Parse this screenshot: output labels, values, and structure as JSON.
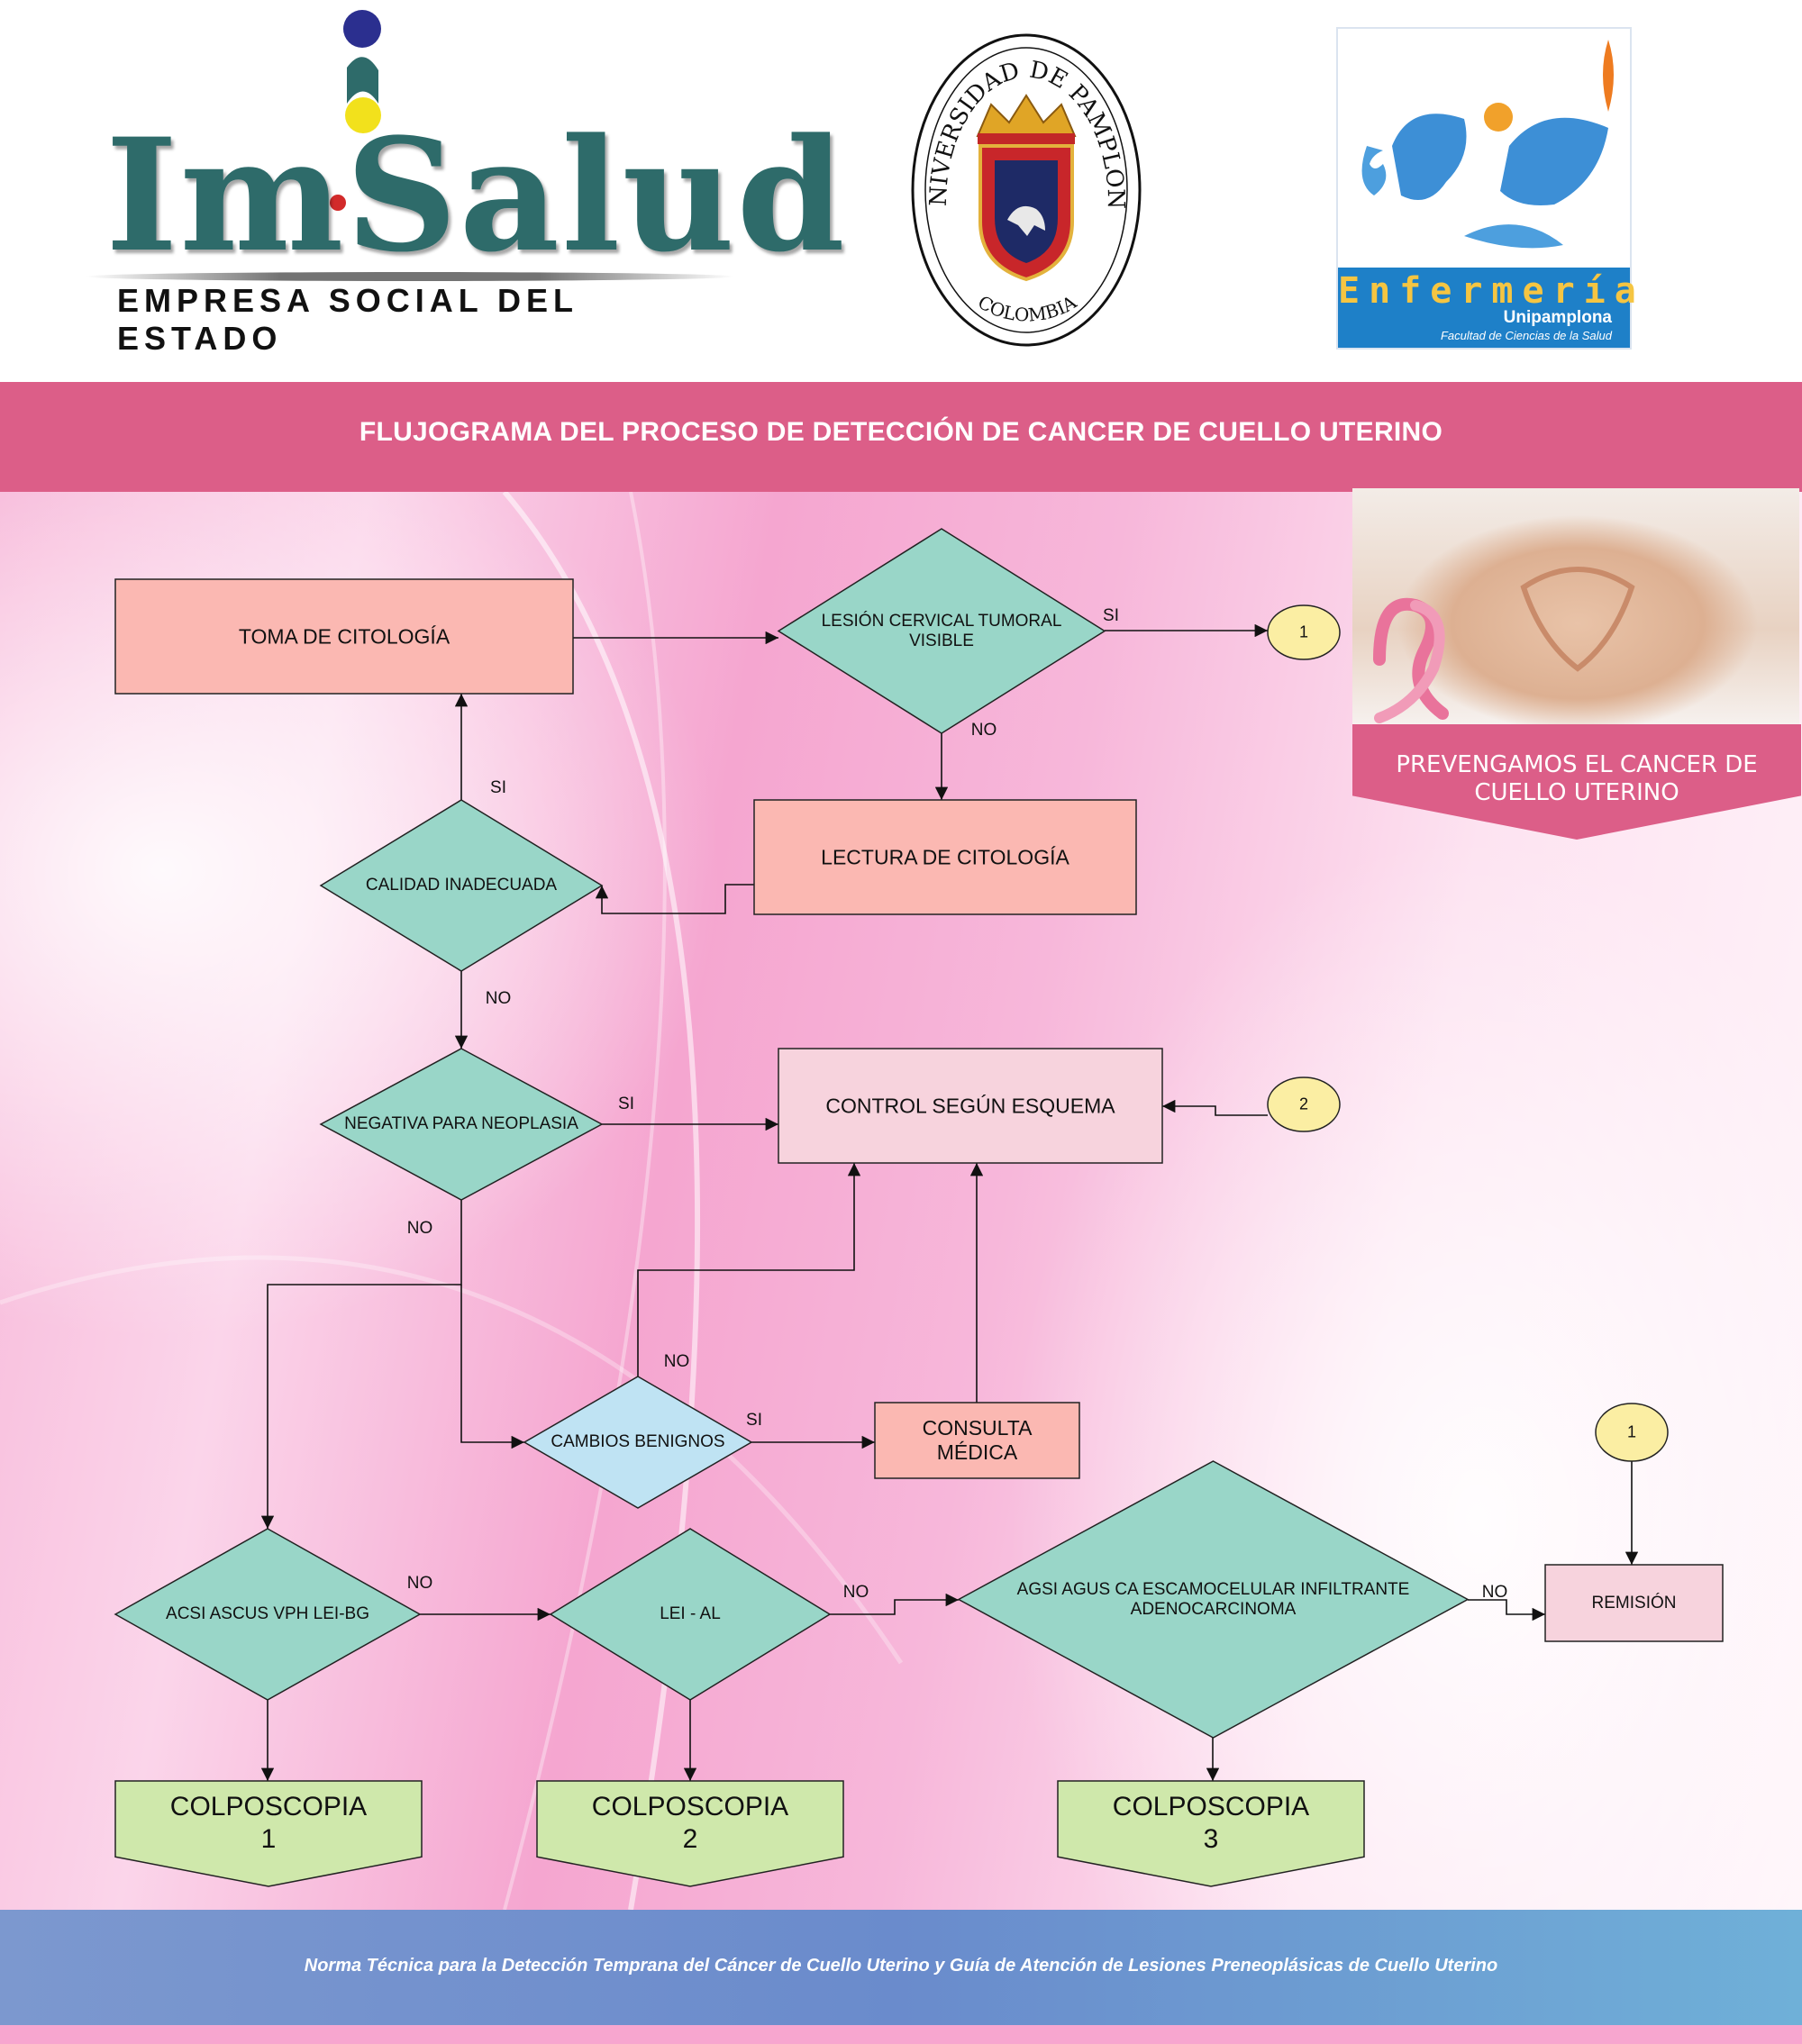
{
  "header": {
    "title": "FLUJOGRAMA DEL PROCESO DE DETECCIÓN DE CANCER DE CUELLO UTERINO",
    "footer": "Norma Técnica para la Detección Temprana del Cáncer de Cuello Uterino y Guía de Atención de Lesiones Preneoplásicas de Cuello Uterino"
  },
  "logos": {
    "imsalud": {
      "name": "ImSalud",
      "subtitle": "EMPRESA SOCIAL DEL ESTADO"
    },
    "unipamplona": {
      "top_text": "UNIVERSIDAD DE PAMPLONA",
      "bottom_text": "COLOMBIA"
    },
    "enfermeria": {
      "title": "Enfermería",
      "subtitle": "Unipamplona",
      "caption": "Facultad de Ciencias de la Salud"
    }
  },
  "sidebar": {
    "banner_text": "PREVENGAMOS EL CANCER DE CUELLO UTERINO"
  },
  "colors": {
    "title_band": "#dc5e88",
    "process_box": "#fbb8b2",
    "light_box": "#f7d3dd",
    "decision": "#99d6c8",
    "decision_light": "#bfe3f3",
    "terminal": "#cfe8ab",
    "connector": "#fbeea3"
  },
  "flowchart": {
    "nodes": {
      "toma": "TOMA DE CITOLOGÍA",
      "lesion": "LESIÓN CERVICAL TUMORAL\nVISIBLE",
      "lectura": "LECTURA DE CITOLOGÍA",
      "calidad": "CALIDAD INADECUADA",
      "negativa": "NEGATIVA PARA NEOPLASIA",
      "control": "CONTROL SEGÚN ESQUEMA",
      "cambios": "CAMBIOS BENIGNOS",
      "consulta": "CONSULTA\nMÉDICA",
      "acsi": "ACSI ASCUS VPH LEI-BG",
      "lei": "LEI - AL",
      "agsi": "AGSI AGUS CA ESCAMOCELULAR INFILTRANTE\nADENOCARCINOMA",
      "remision": "REMISIÓN",
      "colpo1": "COLPOSCOPIA\n1",
      "colpo2": "COLPOSCOPIA\n2",
      "colpo3": "COLPOSCOPIA\n3",
      "conn1a": "1",
      "conn2": "2",
      "conn1b": "1"
    },
    "edge_labels": {
      "lesion_si": "SI",
      "lesion_no": "NO",
      "calidad_si": "SI",
      "calidad_no": "NO",
      "negativa_si": "SI",
      "negativa_no": "NO",
      "cambios_no": "NO",
      "cambios_si": "SI",
      "acsi_no": "NO",
      "lei_no": "NO",
      "agsi_no": "NO"
    }
  }
}
